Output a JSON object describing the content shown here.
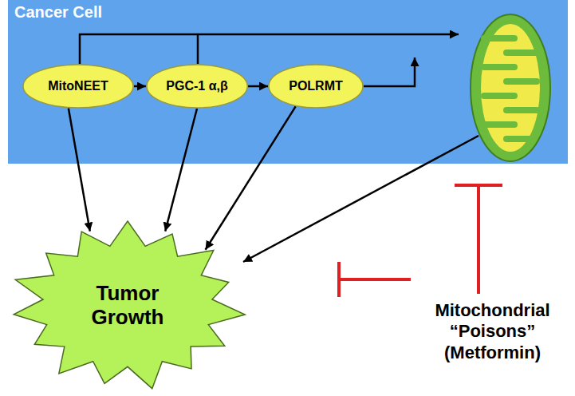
{
  "diagram": {
    "nodes": [
      {
        "text": [
          "Cancer Cell"
        ]
      },
      {
        "text": [
          "MitoNEET"
        ],
        "in": 0
      },
      {
        "text": [
          "PGC-1 α,β"
        ],
        "in": 0
      },
      {
        "text": [
          "POLRMT"
        ],
        "in": 0
      },
      {
        "text": [
          "Tumor Growth"
        ]
      }
    ],
    "edges": [
      {
        "from": 1,
        "to": 2,
        "arrow": "to"
      },
      {
        "from": 2,
        "to": 3,
        "arrow": "to"
      },
      {
        "from": 1,
        "to": 4,
        "arrow": "to"
      },
      {
        "from": 2,
        "to": 4,
        "arrow": "to"
      },
      {
        "from": 3,
        "to": 4,
        "arrow": "to"
      }
    ],
    "labels": [
      "Mitochondrial “Poisons” (Metformin)"
    ]
  }
}
